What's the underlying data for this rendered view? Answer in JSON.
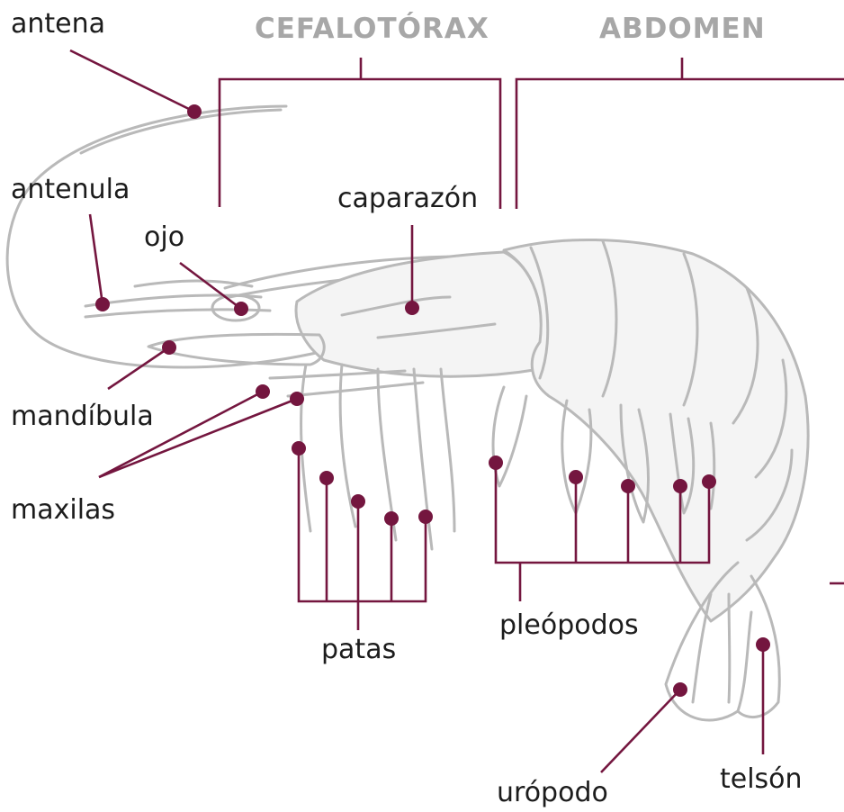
{
  "colors": {
    "accent": "#74163f",
    "section_text": "#a7a7a7",
    "label_text": "#1c1c1c",
    "outline": "#b9b9b9"
  },
  "sections": {
    "cephalothorax": "CEFALOTÓRAX",
    "abdomen": "ABDOMEN"
  },
  "labels": {
    "antena": "antena",
    "antenula": "antenula",
    "ojo": "ojo",
    "caparazon": "caparazón",
    "mandibula": "mandíbula",
    "maxilas": "maxilas",
    "patas": "patas",
    "pleopodos": "pleópodos",
    "uropodo": "urópodo",
    "telson": "telsón"
  }
}
